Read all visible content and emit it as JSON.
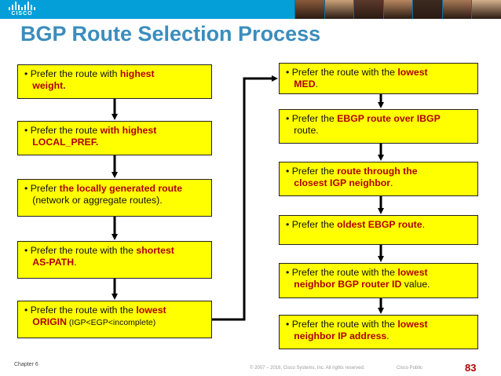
{
  "header": {
    "logo_text": "CISCO",
    "bar_color": "#049fd9",
    "photo_colors": [
      "#8a5a3c",
      "#c9a27a",
      "#5a3a2a",
      "#b88760",
      "#3c2a20",
      "#a67a55",
      "#d2b08c"
    ]
  },
  "title": "BGP Route Selection Process",
  "left_column": [
    {
      "segments": [
        {
          "t": "• Prefer the route with ",
          "s": "n"
        },
        {
          "t": "highest",
          "s": "h"
        },
        {
          "t": "",
          "s": "br"
        },
        {
          "t": "weight.",
          "s": "h"
        }
      ]
    },
    {
      "segments": [
        {
          "t": "• Prefer the route ",
          "s": "n"
        },
        {
          "t": "with highest",
          "s": "h"
        },
        {
          "t": "",
          "s": "br"
        },
        {
          "t": "LOCAL_PREF.",
          "s": "h"
        }
      ]
    },
    {
      "segments": [
        {
          "t": "• Prefer ",
          "s": "n"
        },
        {
          "t": "the locally generated route",
          "s": "h"
        },
        {
          "t": "",
          "s": "br"
        },
        {
          "t": "(network or aggregate routes).",
          "s": "n"
        }
      ]
    },
    {
      "segments": [
        {
          "t": "• Prefer the route with the ",
          "s": "n"
        },
        {
          "t": "shortest",
          "s": "h"
        },
        {
          "t": "",
          "s": "br"
        },
        {
          "t": "AS-PATH",
          "s": "h"
        },
        {
          "t": ".",
          "s": "n"
        }
      ]
    },
    {
      "segments": [
        {
          "t": "• Prefer the route with the ",
          "s": "n"
        },
        {
          "t": "lowest",
          "s": "h"
        },
        {
          "t": "",
          "s": "br"
        },
        {
          "t": "ORIGIN",
          "s": "h"
        },
        {
          "t": " (IGP<EGP<incomplete)",
          "s": "sm"
        }
      ]
    }
  ],
  "right_column": [
    {
      "segments": [
        {
          "t": "• Prefer the route with the ",
          "s": "n"
        },
        {
          "t": "lowest",
          "s": "h"
        },
        {
          "t": "",
          "s": "br"
        },
        {
          "t": "MED",
          "s": "h"
        },
        {
          "t": ".",
          "s": "n"
        }
      ]
    },
    {
      "segments": [
        {
          "t": "• Prefer the ",
          "s": "n"
        },
        {
          "t": "EBGP route over IBGP",
          "s": "h"
        },
        {
          "t": "",
          "s": "br"
        },
        {
          "t": "route.",
          "s": "n"
        }
      ]
    },
    {
      "segments": [
        {
          "t": "• Prefer the ",
          "s": "n"
        },
        {
          "t": "route through the",
          "s": "h"
        },
        {
          "t": "",
          "s": "br"
        },
        {
          "t": "closest IGP neighbor",
          "s": "h"
        },
        {
          "t": ".",
          "s": "n"
        }
      ]
    },
    {
      "segments": [
        {
          "t": "• Prefer the ",
          "s": "n"
        },
        {
          "t": "oldest EBGP route",
          "s": "h"
        },
        {
          "t": ".",
          "s": "n"
        }
      ]
    },
    {
      "segments": [
        {
          "t": "• Prefer the route with the ",
          "s": "n"
        },
        {
          "t": "lowest",
          "s": "h"
        },
        {
          "t": "",
          "s": "br"
        },
        {
          "t": "neighbor BGP router ID",
          "s": "h"
        },
        {
          "t": " value.",
          "s": "n"
        }
      ]
    },
    {
      "segments": [
        {
          "t": "• Prefer the route with the ",
          "s": "n"
        },
        {
          "t": "lowest",
          "s": "h"
        },
        {
          "t": "",
          "s": "br"
        },
        {
          "t": "neighbor IP address",
          "s": "h"
        },
        {
          "t": ".",
          "s": "n"
        }
      ]
    }
  ],
  "footer": {
    "chapter": "Chapter 6",
    "copyright": "© 2007 – 2016, Cisco Systems, Inc. All rights reserved.",
    "classification": "Cisco Public",
    "page_number": "83"
  },
  "colors": {
    "box_fill": "#ffff00",
    "highlight_text": "#b00000",
    "title": "#3b8dbd"
  }
}
